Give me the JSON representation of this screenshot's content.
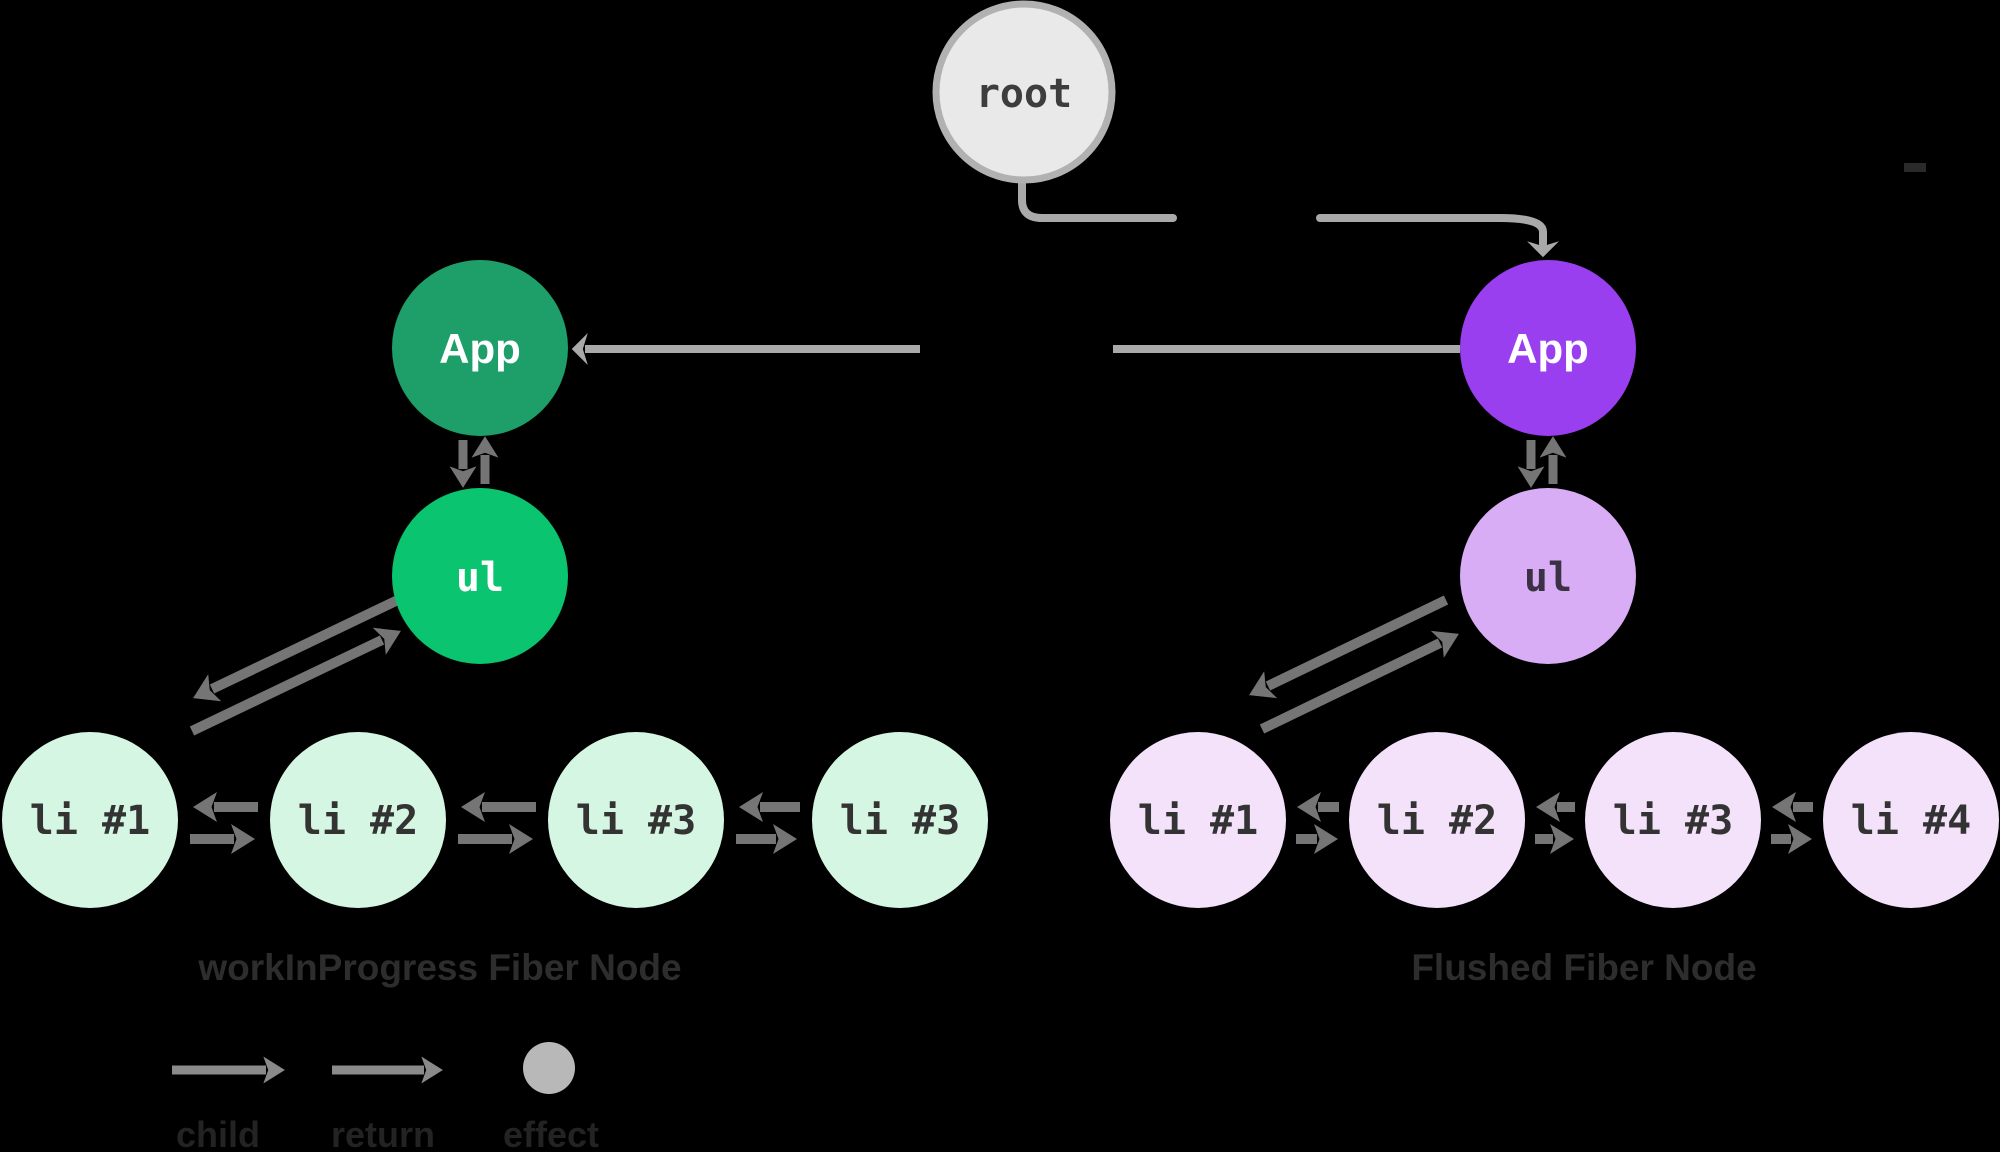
{
  "colors": {
    "background": "#000000",
    "root_fill": "#e9e9e9",
    "root_border": "#b1b1b1",
    "wip_app_fill": "#1e9e68",
    "wip_ul_fill": "#0bc46f",
    "wip_li_fill": "#d6f6e4",
    "flushed_app_fill": "#9a3ff0",
    "flushed_ul_fill": "#d8adf5",
    "flushed_li_fill": "#f3e2fa",
    "edge_light_gray": "#a9a9a9",
    "edge_dark_gray": "#757575",
    "legend_arrow_gray": "#8a8a8a",
    "effect_dot_gray": "#b8b8b8",
    "node_text_dark": "#333333",
    "node_text_light": "#ffffff",
    "caption_text": "#2d2d2d"
  },
  "root": {
    "label": "root"
  },
  "wip_tree": {
    "app_label": "App",
    "ul_label": "ul",
    "li_labels": [
      "li #1",
      "li #2",
      "li #3",
      "li #3"
    ],
    "caption": "workInProgress Fiber Node"
  },
  "flushed_tree": {
    "app_label": "App",
    "ul_label": "ul",
    "li_labels": [
      "li #1",
      "li #2",
      "li #3",
      "li #4"
    ],
    "caption": "Flushed Fiber Node"
  },
  "legend": {
    "child_label": "child",
    "return_label": "return",
    "effect_label": "effect"
  }
}
